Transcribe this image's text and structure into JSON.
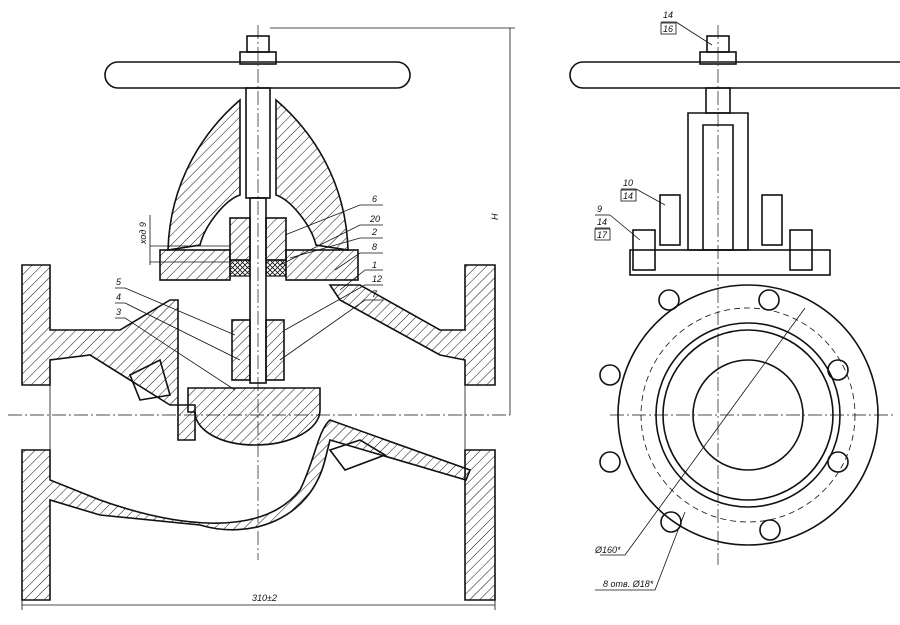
{
  "drawing": {
    "front_view": {
      "callouts": [
        "6",
        "20",
        "2",
        "8",
        "1",
        "12",
        "7",
        "5",
        "4",
        "3"
      ],
      "stroke_label": "ход 9",
      "height_label": "H",
      "length_label": "310±2"
    },
    "side_view": {
      "callouts_top": [
        "14",
        "16"
      ],
      "callouts_bolt_upper": [
        "10",
        "14"
      ],
      "callouts_bolt_left": [
        "9",
        "14",
        "17"
      ],
      "bolt_circle_label": "Ø160*",
      "holes_label": "8  отв.  Ø18*"
    }
  }
}
